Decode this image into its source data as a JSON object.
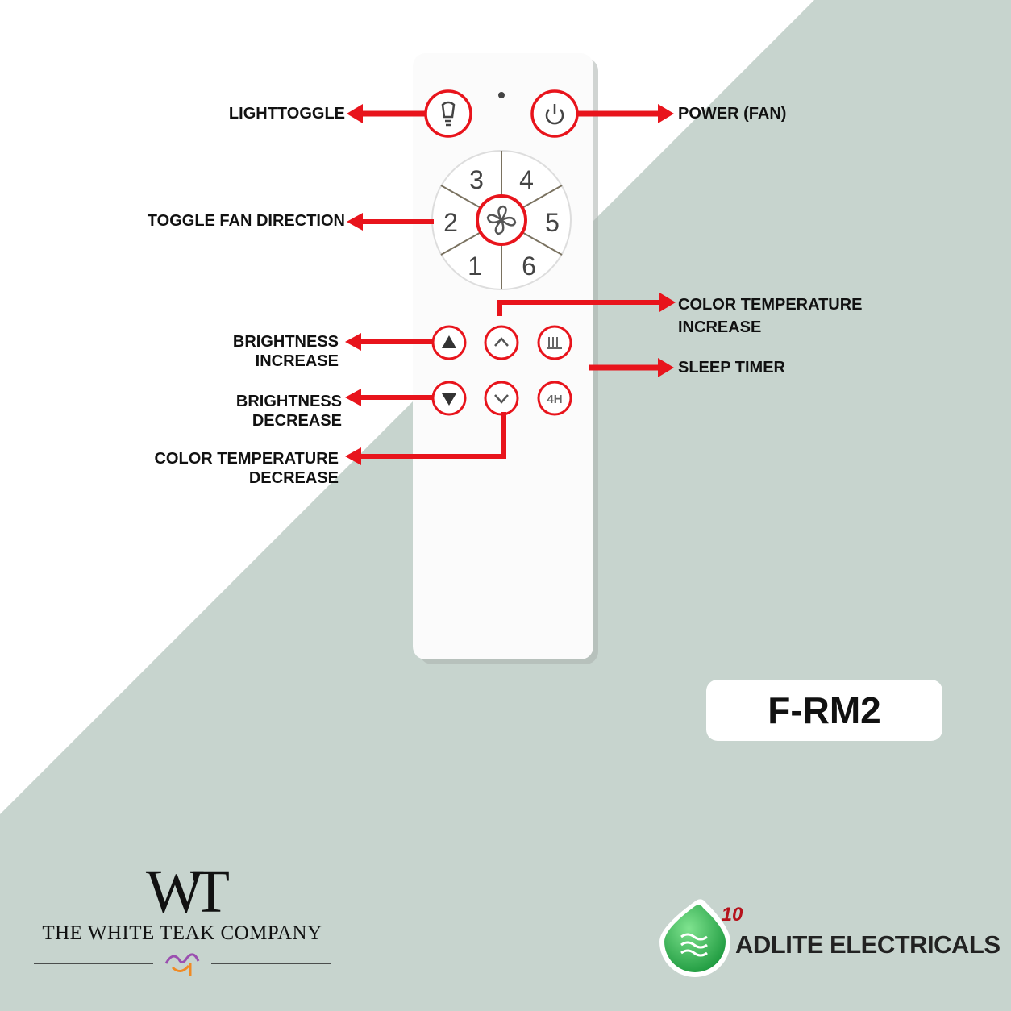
{
  "labels": {
    "light_toggle": "LIGHTTOGGLE",
    "power_fan": "POWER (FAN)",
    "toggle_fan_direction": "TOGGLE FAN DIRECTION",
    "color_temp_increase_1": "COLOR TEMPERATURE",
    "color_temp_increase_2": "INCREASE",
    "brightness_increase_1": "BRIGHTNESS",
    "brightness_increase_2": "INCREASE",
    "sleep_timer": "SLEEP TIMER",
    "brightness_decrease_1": "BRIGHTNESS",
    "brightness_decrease_2": "DECREASE",
    "color_temp_decrease_1": "COLOR TEMPERATURE",
    "color_temp_decrease_2": "DECREASE"
  },
  "speed_buttons": [
    "1",
    "2",
    "3",
    "4",
    "5",
    "6"
  ],
  "timer_button": "4H",
  "model": "F-RM2",
  "brands": {
    "white_teak_monogram": "WT",
    "white_teak_name": "THE WHITE TEAK COMPANY",
    "adlite_badge": "10",
    "adlite_name": "ADLITE ELECTRICALS"
  },
  "colors": {
    "arrow_red": "#e8141c",
    "background_gray": "#c7d4ce",
    "adlite_green": "#23a84a"
  }
}
